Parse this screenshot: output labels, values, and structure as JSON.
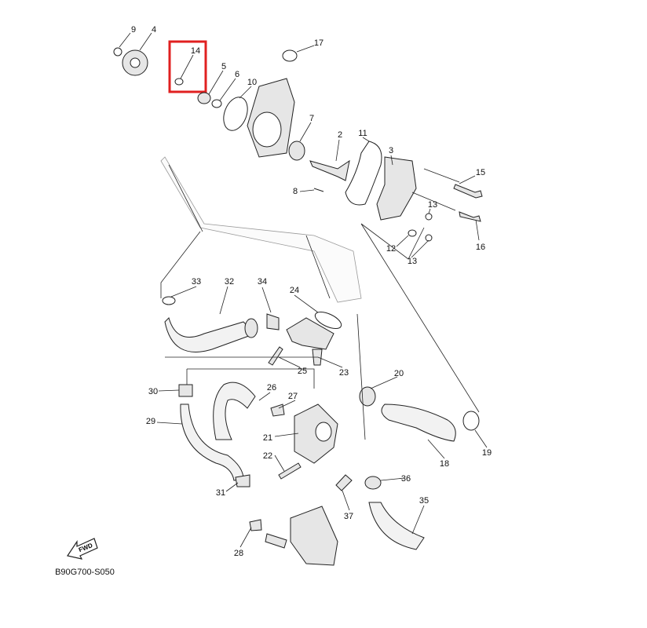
{
  "diagram_code": "B90G700-S050",
  "fwd_label": "FWD",
  "highlight_color": "#e02020",
  "highlighted_part": "14",
  "part_labels": [
    "9",
    "4",
    "14",
    "5",
    "6",
    "10",
    "17",
    "7",
    "2",
    "11",
    "3",
    "15",
    "8",
    "13",
    "16",
    "12",
    "13",
    "33",
    "32",
    "34",
    "24",
    "25",
    "23",
    "20",
    "30",
    "26",
    "27",
    "29",
    "21",
    "22",
    "18",
    "19",
    "36",
    "31",
    "35",
    "37",
    "28"
  ]
}
